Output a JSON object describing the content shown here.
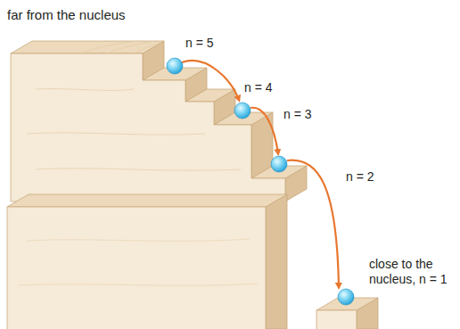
{
  "diagram": {
    "labels": [
      "far from the nucleus",
      "n = 5",
      "n = 4",
      "n = 3",
      "n = 2",
      "close to the nucleus, n = 1"
    ]
  }
}
